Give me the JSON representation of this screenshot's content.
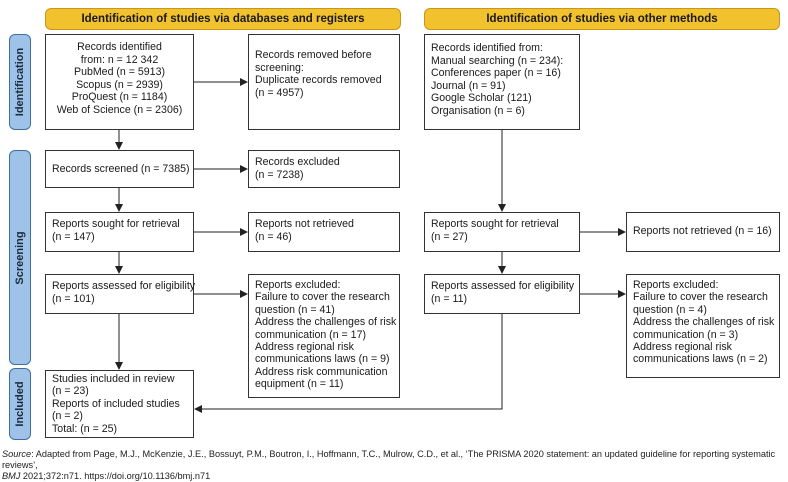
{
  "headers": {
    "databases": "Identification of studies via databases and registers",
    "other": "Identification of studies via other methods"
  },
  "stages": {
    "identification": "Identification",
    "screening": "Screening",
    "included": "Included"
  },
  "db": {
    "identified": [
      "Records identified",
      "from: n = 12 342",
      "PubMed (n = 5913)",
      "Scopus (n = 2939)",
      "ProQuest (n = 1184)",
      "Web of Science (n = 2306)"
    ],
    "removed": [
      "Records removed before",
      "screening:",
      "Duplicate records removed",
      "(n = 4957)"
    ],
    "screened": "Records screened (n = 7385)",
    "excluded": [
      "Records excluded",
      "(n = 7238)"
    ],
    "sought": [
      "Reports sought for retrieval",
      "(n = 147)"
    ],
    "not_retrieved": [
      "Reports not retrieved",
      "(n = 46)"
    ],
    "assessed": [
      "Reports assessed for eligibility",
      "(n = 101)"
    ],
    "reports_excluded": [
      "Reports excluded:",
      "Failure to cover the research",
      "question (n = 41)",
      "Address the challenges of risk",
      "communication (n = 17)",
      "Address regional risk",
      "communications laws (n = 9)",
      "Address risk communication",
      "equipment (n = 11)"
    ]
  },
  "other": {
    "identified": [
      "Records identified from:",
      "Manual searching (n = 234):",
      "Conferences paper (n = 16)",
      "Journal (n = 91)",
      "Google Scholar (121)",
      "Organisation (n = 6)"
    ],
    "sought": [
      "Reports sought for retrieval",
      "(n = 27)"
    ],
    "not_retrieved": "Reports not retrieved (n = 16)",
    "assessed": [
      "Reports assessed for eligibility",
      "(n = 11)"
    ],
    "reports_excluded": [
      "Reports excluded:",
      "Failure to cover the research",
      "question (n = 4)",
      "Address the challenges of risk",
      "communication (n = 3)",
      "Address regional risk",
      "communications laws (n = 2)"
    ]
  },
  "included": [
    "Studies included in review",
    "(n = 23)",
    "Reports of included studies",
    "(n = 2)",
    "Total: (n = 25)"
  ],
  "source": {
    "prefix": "Source",
    "line1": ": Adapted from Page, M.J., McKenzie, J.E., Bossuyt, P.M., Boutron, I., Hoffmann, T.C., Mulrow, C.D., et al., ‘The PRISMA 2020 statement: an updated guideline for reporting systematic reviews’,",
    "journal": "BMJ",
    "line2": " 2021;372:n71. https://doi.org/10.1136/bmj.n71"
  },
  "colors": {
    "header_fill": "#f2c12e",
    "stage_fill": "#9fc3e8",
    "line": "#222222"
  }
}
